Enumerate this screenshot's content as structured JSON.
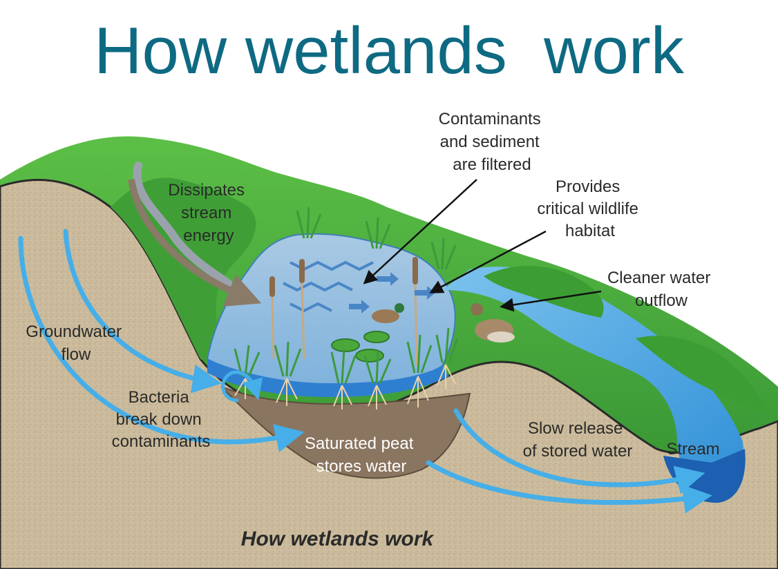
{
  "title": "How wetlands  work",
  "caption": "How wetlands work",
  "labels": {
    "contaminants": [
      "Contaminants",
      "and sediment",
      "are filtered"
    ],
    "wildlife": [
      "Provides",
      "critical wildlife",
      "habitat"
    ],
    "dissipates": [
      "Dissipates",
      "stream",
      "energy"
    ],
    "cleaner": [
      "Cleaner water",
      "outflow"
    ],
    "groundwater": [
      "Groundwater",
      "flow"
    ],
    "bacteria": [
      "Bacteria",
      "break down",
      "contaminants"
    ],
    "peat": [
      "Saturated peat",
      "stores water"
    ],
    "slow_release": [
      "Slow release",
      "of stored water"
    ],
    "stream": "Stream"
  },
  "colors": {
    "title": "#0e6a82",
    "soil": "#c9b99a",
    "grass": "#4aa83a",
    "water": "#5aa8e0",
    "arrow": "#4ab0e8",
    "peat": "#8a7560"
  }
}
